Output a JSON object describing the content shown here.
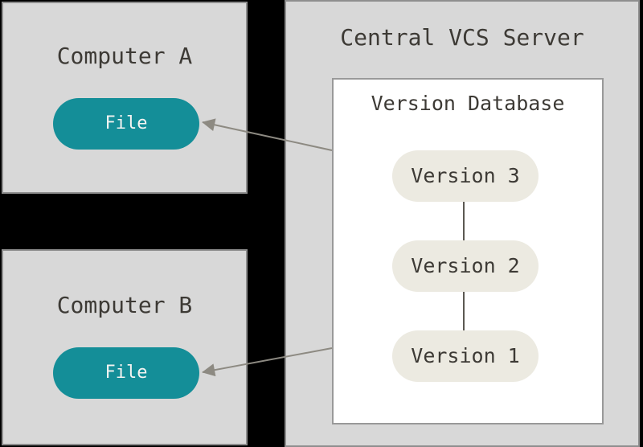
{
  "diagram": {
    "computer_a": {
      "title": "Computer A",
      "file_label": "File"
    },
    "computer_b": {
      "title": "Computer B",
      "file_label": "File"
    },
    "server": {
      "title": "Central VCS Server",
      "version_database": {
        "title": "Version Database",
        "versions": [
          "Version 3",
          "Version 2",
          "Version 1"
        ]
      }
    },
    "arrows": [
      {
        "from": "version-database",
        "to": "computer-a-file"
      },
      {
        "from": "version-database",
        "to": "computer-b-file"
      }
    ],
    "colors": {
      "background": "#000000",
      "panel_fill": "#d8d8d8",
      "panel_border": "#8e8e8e",
      "db_fill": "#ffffff",
      "db_border": "#999999",
      "file_fill": "#148e98",
      "file_text": "#f4f3f1",
      "version_fill": "#eceae1",
      "text_dark": "#3d3a35",
      "arrow": "#8d8a82",
      "connector": "#5c5952"
    }
  }
}
